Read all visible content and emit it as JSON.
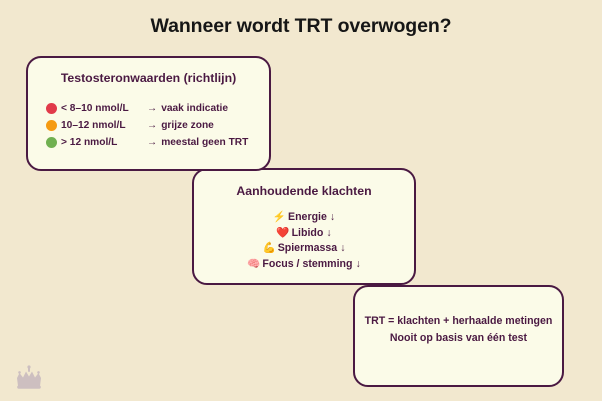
{
  "slide": {
    "title": "Wanneer wordt TRT overwogen?",
    "background_color": "#f2e8cf",
    "card_fill_color": "#fbfbe8",
    "card_border_color": "#4a1942",
    "text_color": "#4a1942",
    "title_color": "#161616"
  },
  "cards": {
    "values": {
      "heading": "Testosteronwaarden (richtlijn)",
      "rows": [
        {
          "dot_color": "#e13a4a",
          "dot_name": "red-dot",
          "range": "< 8–10 nmol/L",
          "arrow": "→",
          "meaning": "vaak indicatie"
        },
        {
          "dot_color": "#f59a10",
          "dot_name": "orange-dot",
          "range": "10–12 nmol/L",
          "arrow": "→",
          "meaning": "grijze zone"
        },
        {
          "dot_color": "#70b050",
          "dot_name": "green-dot",
          "range": "> 12 nmol/L",
          "arrow": "→",
          "meaning": "meestal geen TRT"
        }
      ]
    },
    "complaints": {
      "heading": "Aanhoudende klachten",
      "rows": [
        {
          "emoji": "⚡",
          "icon_name": "lightning-bolt-icon",
          "label": "Energie",
          "trend": "↓"
        },
        {
          "emoji": "❤️",
          "icon_name": "heart-icon",
          "label": "Libido",
          "trend": "↓"
        },
        {
          "emoji": "💪",
          "icon_name": "flexed-biceps-icon",
          "label": "Spiermassa",
          "trend": "↓"
        },
        {
          "emoji": "🧠",
          "icon_name": "brain-icon",
          "label": "Focus / stemming",
          "trend": "↓"
        }
      ]
    },
    "conclusion": {
      "lines": [
        "TRT = klachten + herhaalde metingen",
        "Nooit op basis van één test"
      ]
    }
  },
  "watermark": {
    "icon_name": "crown-logo-icon",
    "color": "#a18fb0"
  }
}
